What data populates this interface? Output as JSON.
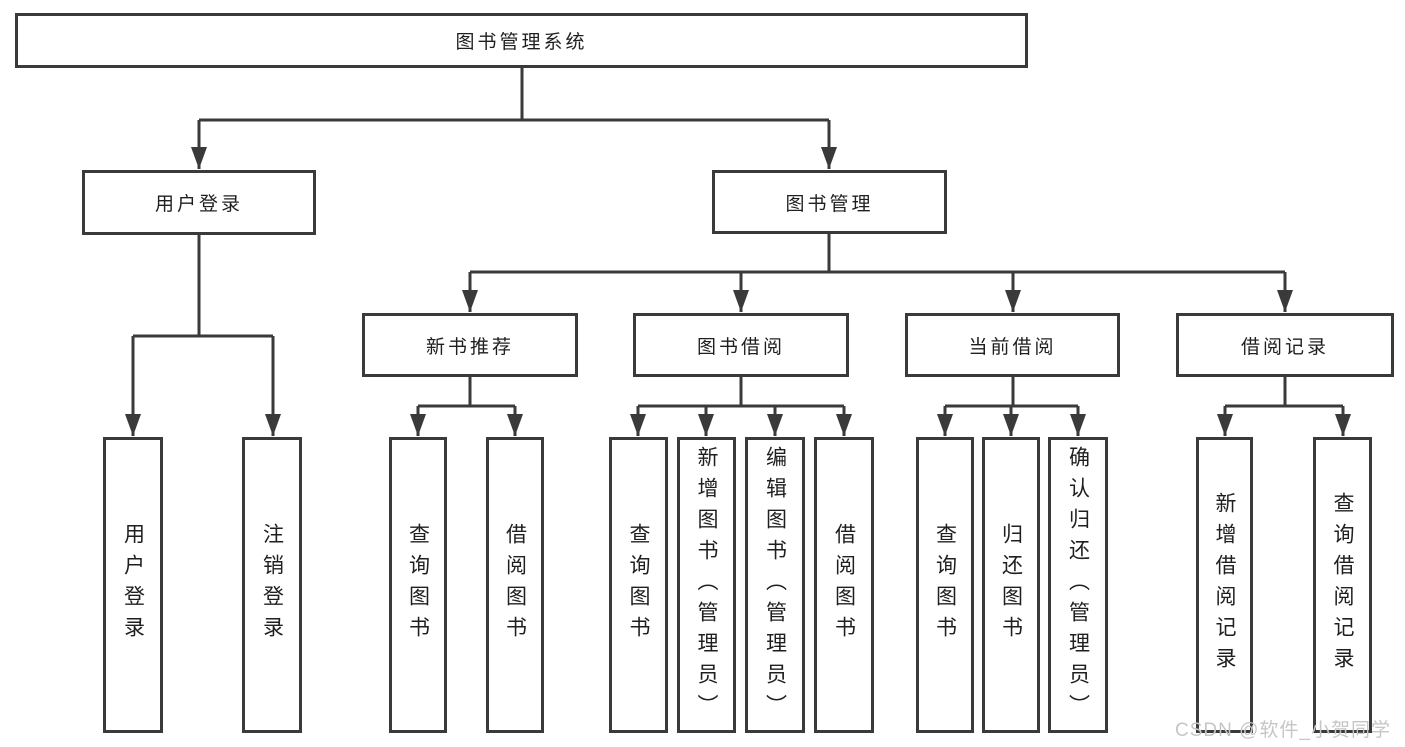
{
  "diagram": {
    "watermark": "CSDN @软件_小贺同学",
    "colors": {
      "line": "#3a3a3a",
      "text": "#1f1f1f",
      "background": "#ffffff",
      "watermark": "#c6c6c6"
    },
    "tree": {
      "label": "图书管理系统",
      "children": [
        {
          "label": "用户登录",
          "children": [
            {
              "label": "用户登录"
            },
            {
              "label": "注销登录"
            }
          ]
        },
        {
          "label": "图书管理",
          "children": [
            {
              "label": "新书推荐",
              "children": [
                {
                  "label": "查询图书"
                },
                {
                  "label": "借阅图书"
                }
              ]
            },
            {
              "label": "图书借阅",
              "children": [
                {
                  "label": "查询图书"
                },
                {
                  "label": "新增图书（管理员）"
                },
                {
                  "label": "编辑图书（管理员）"
                },
                {
                  "label": "借阅图书"
                }
              ]
            },
            {
              "label": "当前借阅",
              "children": [
                {
                  "label": "查询图书"
                },
                {
                  "label": "归还图书"
                },
                {
                  "label": "确认归还（管理员）"
                }
              ]
            },
            {
              "label": "借阅记录",
              "children": [
                {
                  "label": "新增借阅记录"
                },
                {
                  "label": "查询借阅记录"
                }
              ]
            }
          ]
        }
      ]
    }
  }
}
